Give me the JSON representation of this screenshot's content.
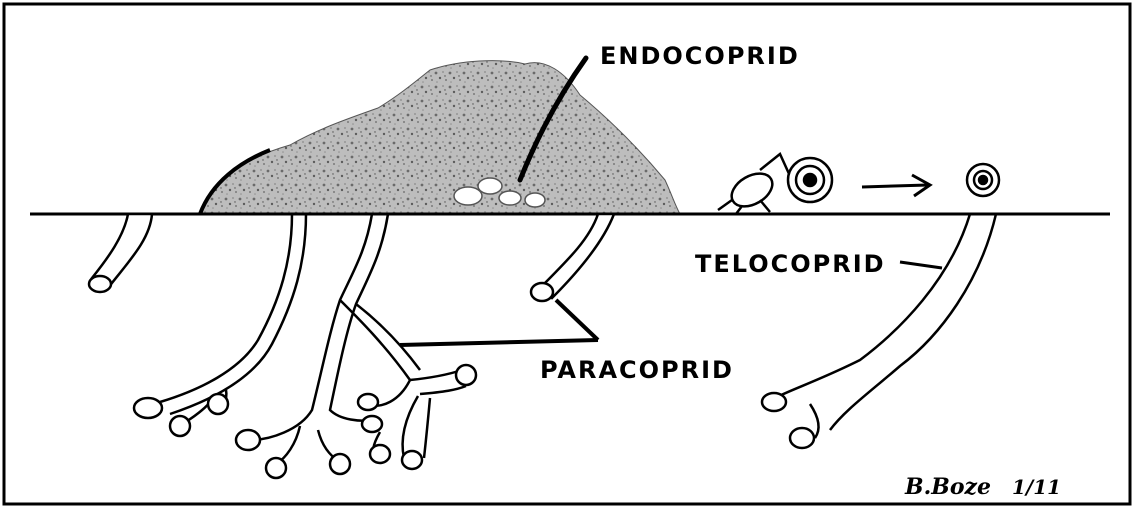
{
  "labels": {
    "endocoprid": "ENDOCOPRID",
    "telocoprid": "TELOCOPRID",
    "paracoprid": "PARACOPRID"
  },
  "signature": {
    "name": "B.Boze",
    "date": "1/11"
  },
  "colors": {
    "ink": "#000000",
    "paper": "#ffffff",
    "dung": "#b9b9b9"
  }
}
